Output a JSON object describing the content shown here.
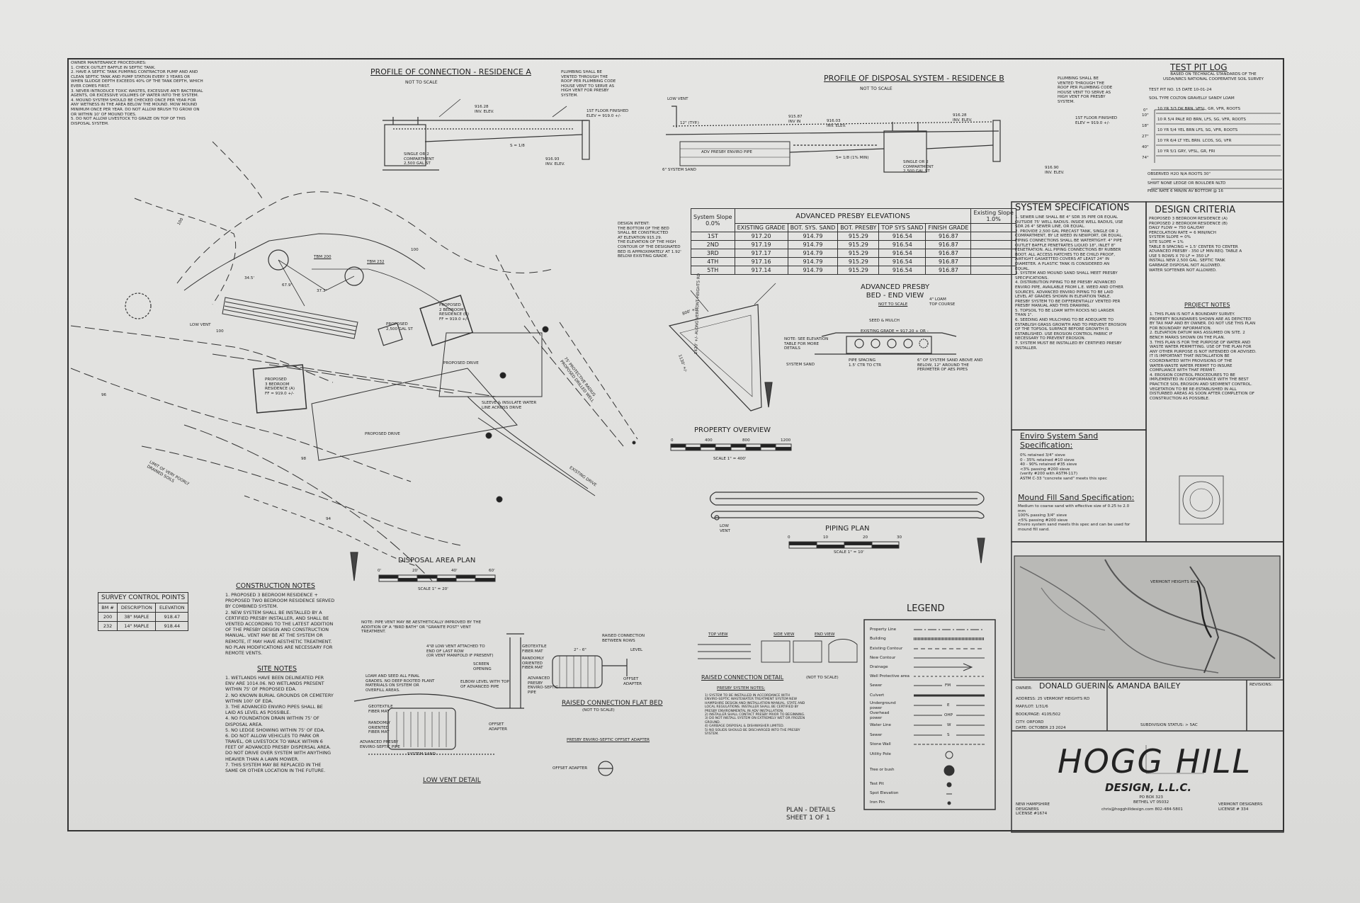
{
  "owner_maintenance": "OWNER MAINTENANCE PROCEDURES:\n1. CHECK OUTLET BAFFLE IN SEPTIC TANK.\n2. HAVE A SEPTIC TANK PUMPING CONTRACTOR PUMP AND AND\nCLEAN SEPTIC TANK AND PUMP STATION EVERY 3 YEARS OR\nWHEN SLUDGE DEPTH EXCEEDS 40% OF THE TANK DEPTH, WHICH\nEVER COMES FIRST.\n3. NEVER INTRODUCE TOXIC WASTES, EXCESSIVE ANTI BACTERIAL\nAGENTS, OR EXCESSIVE VOLUMES OF WATER INTO THE SYSTEM.\n4. MOUND SYSTEM SHOULD BE CHECKED ONCE PER YEAR FOR\nANY WETNESS IN THE AREA BELOW THE MOUND. MOW MOUND\nMINIMUM ONCE PER YEAR. DO NOT ALLOW BRUSH TO GROW ON\nOR WITHIN 10' OF MOUND TOES.\n5. DO NOT ALLOW LIVESTOCK TO GRAZE ON TOP OF THIS\nDISPOSAL SYSTEM.",
  "profile_a": {
    "title": "PROFILE OF CONNECTION - RESIDENCE A",
    "scale": "NOT TO SCALE",
    "vent_note": "PLUMBING SHALL BE\nVENTED THROUGH THE\nROOF PER PLUMBING CODE\nHOUSE VENT TO SERVE AS\nHIGH VENT FOR PRESBY\nSYSTEM.",
    "inv1": "916.28\nINV. ELEV.",
    "floor": "1ST FLOOR FINISHED\nELEV = 919.0 +/-",
    "tank": "SINGLE OR 2\nCOMPARTMENT\n2,500 GAL ST",
    "inv2": "916.93\nINV. ELEV.",
    "slope": "S = 1/8"
  },
  "profile_b": {
    "title": "PROFILE OF DISPOSAL SYSTEM - RESIDENCE B",
    "scale": "NOT TO SCALE",
    "low_vent": "LOW VENT",
    "typ": "12\" (TYP.)",
    "inv_in": "915.87\nINV IN",
    "inv_elev": "916.03\nINV. ELEV.",
    "pipe": "ADV PRESBY ENVIRO PIPE",
    "sand": "6\" SYSTEM SAND",
    "slope": "S= 1/8 (1% MIN)",
    "tank": "SINGLE OR 2\nCOMPARTMENT\n2,500 GAL ST",
    "inv3": "916.28\nINV. ELEV.",
    "inv4": "916.90\nINV. ELEV.",
    "vent_note": "PLUMBING SHALL BE\nVENTED THROUGH THE\nROOF PER PLUMBING CODE\nHOUSE VENT TO SERVE AS\nHIGH VENT FOR PRESBY\nSYSTEM.",
    "floor": "1ST FLOOR FINISHED\nELEV = 919.0 +/-"
  },
  "test_pit": {
    "title": "TEST PIT LOG",
    "basis": "BASED ON TECHNICAL STANDARDS OF THE\nUSDA/NRCS NATIONAL COOPERATIVE SOIL SURVEY",
    "pit_no": "TEST PIT NO.    15        DATE 10-01-24",
    "soil_type": "SOIL TYPE   COLTON GRAVELLY SANDY LOAM",
    "layers": [
      "10 YR 3/3 DK BRN. VFSL, GR, VFR, ROOTS",
      "10 R 5/4 PALE RD BRN, LFS, SG, VFR, ROOTS",
      "10 YR 5/4 YEL BRN LFS, SG, VFR, ROOTS",
      "10 YR 6/4 LT YEL BRN. LCOS, SG, VFR",
      "10 YR 5/1 GRY, VFSL, GR, FRI"
    ],
    "depths": [
      "0\"",
      "10\"",
      "18\"",
      "27\"",
      "40\"",
      "74\""
    ],
    "observed": "OBSERVED H2O       N/A      ROOTS    30\"",
    "shwt": "SHWT  NONE      LEDGE OR BOULDER  NLTD",
    "perc": "PERC RATE  6      MIN/IN  AV BOTTOM @  16"
  },
  "design_intent": "DESIGN INTENT:\nTHE BOTTOM OF THE BED\nSHALL BE CONSTRUCTED\nAT ELEVATION 915.29.\nTHE ELEVATION OF THE HIGH\nCONTOUR OF THE DESIGNATED\nBED IS APPROXIMATELY AT 1.92'\nBELOW EXISTING GRADE.",
  "elevations": {
    "title": "ADVANCED PRESBY ELEVATIONS",
    "system_slope_label": "System Slope",
    "system_slope": "0.0%",
    "existing_slope_label": "Existing Slope",
    "existing_slope": "1.0%",
    "headers": [
      "EXISTING GRADE",
      "BOT. SYS. SAND",
      "BOT. PRESBY",
      "TOP SYS SAND",
      "FINISH GRADE"
    ],
    "rows": [
      {
        "label": "1ST",
        "v": [
          "917.20",
          "914.79",
          "915.29",
          "916.54",
          "916.87"
        ]
      },
      {
        "label": "2ND",
        "v": [
          "917.19",
          "914.79",
          "915.29",
          "916.54",
          "916.87"
        ]
      },
      {
        "label": "3RD",
        "v": [
          "917.17",
          "914.79",
          "915.29",
          "916.54",
          "916.87"
        ]
      },
      {
        "label": "4TH",
        "v": [
          "917.16",
          "914.79",
          "915.29",
          "916.54",
          "916.87"
        ]
      },
      {
        "label": "5TH",
        "v": [
          "917.14",
          "914.79",
          "915.29",
          "916.54",
          "916.87"
        ]
      }
    ]
  },
  "bed_end": {
    "title": "ADVANCED PRESBY\nBED - END VIEW",
    "scale": "NOT TO SCALE",
    "loam": "4\" LOAM\nTOP COURSE",
    "seed": "SEED & MULCH",
    "existing": "EXISTING GRADE = 917.20 + OR -",
    "note": "NOTE: SEE ELEVATION\nTABLE FOR MORE\nDETAILS",
    "system_sand": "SYSTEM SAND",
    "spacing": "PIPE SPACING\n1.5' CTR TO CTR",
    "sand_note": "6\" OF SYSTEM SAND ABOVE AND\nBELOW, 12\" AROUND THE\nPERIMETER OF AES PIPES"
  },
  "property_overview": {
    "title": "PROPERTY OVERVIEW",
    "ticks": [
      "0",
      "400",
      "800",
      "1200"
    ],
    "scale": "SCALE 1\" = 400'",
    "dim1": "800' +/-",
    "dim2": "1420' +/- ALONG VERMONT HEIGHTS RD",
    "dim3": "1130' +/-"
  },
  "system_specs": {
    "title": "SYSTEM SPECIFICATIONS",
    "text": "1. SEWER LINE SHALL BE 4\" SDR 35 PIPE OR EQUAL\nOUTSIDE 75' WELL RADIUS. INSIDE WELL RADIUS, USE\nSDR 26 4\" SEWER LINE, OR EQUAL.\n2. PROVIDE 2,500 GAL PRECAST TANK, SINGLE OR 2\nCOMPARTMENT, BY LE WEED IN NEWPORT, OR EQUAL.\nPIPING CONNECTIONS SHALL BE WATERTIGHT. 4\" PIPE\nOUTLET BAFFLE PENETRATES LIQUID 18\", INLET 8\"\nPENETRATION. ALL PIPING CONNECTIONS BY RUBBER\nBOOT. ALL ACCESS HATCHES TO BE CHILD PROOF,\nAIRTIGHT GASKETTED COVERS AT LEAST 24\" IN\nDIAMETER. A PLASTIC TANK IS CONSIDERED AN\nEQUAL.\n3. SYSTEM AND MOUND SAND SHALL MEET PRESBY\nSPECIFICATIONS.\n4. DISTRIBUTION PIPING TO BE PRESBY ADVANCED\nENVIRO PIPE, AVAILABLE FROM L.E. WEED AND OTHER\nSOURCES. ADVANCED ENVIRO PIPING TO BE LAID\nLEVEL AT GRADES SHOWN IN ELEVATION TABLE.\nPRESBY SYSTEM TO BE DIFFERENTIALLY VENTED PER\nPRESBY MANUAL AND THIS DRAWING.\n5. TOPSOIL TO BE LOAM WITH ROCKS NO LARGER\nTHAN 1\".\n6. SEEDING AND MULCHING TO BE ADEQUATE TO\nESTABLISH GRASS GROWTH AND TO PREVENT EROSION\nOF THE TOPSOIL SURFACE BEFORE GROWTH IS\nESTABLISHED. USE EROSION CONTROL FABRIC IF\nNECESSARY TO PREVENT EROSION.\n7. SYSTEM MUST BE INSTALLED BY CERTIFIED PRESBY\nINSTALLER."
  },
  "design_criteria": {
    "title": "DESIGN CRITERIA",
    "text": "PROPOSED 3 BEDROOM RESIDENCE (A)\nPROPOSED 2 BEDROOM RESIDENCE (B)\nDAILY FLOW = 750 GAL/DAY\nPERCOLATION RATE = 6 MIN/INCH\nSYSTEM SLOPE = 0%\nSITE SLOPE = 1%\nTABLE B SPACING = 1.5' CENTER TO CENTER\nADVANCED PRESBY - 350 LF MIN REQ. TABLE A\nUSE 5 ROWS X 70 LF = 350 LF\nINSTALL NEW 2,500 GAL. SEPTIC TANK\nGARBAGE DISPOSAL NOT ALLOWED.\nWATER SOFTENER NOT ALLOWED."
  },
  "project_notes": {
    "title": "PROJECT NOTES",
    "text": "1. THIS PLAN IS NOT A BOUNDARY SURVEY.\nPROPERTY BOUNDARIES SHOWN ARE AS DEPICTED\nBY TAX MAP AND BY OWNER. DO NOT USE THIS PLAN\nFOR BOUNDARY INFORMATION.\n2. ELEVATION DATUM WAS ASSUMED ON SITE. 2\nBENCH MARKS SHOWN ON THE PLAN.\n3. THIS PLAN IS FOR THE PURPOSE OF WATER AND\nWASTE WATER PERMITTING. USE OF THE PLAN FOR\nANY OTHER PURPOSE IS NOT INTENDED OR ADVISED.\nIT IS IMPORTANT THAT INSTALLATION BE\nCOORDINATED WITH PROVISIONS OF THE\nWATER-WASTE WATER PERMIT TO INSURE\nCOMPLIANCE WITH THAT PERMIT.\n4. EROSION CONTROL PROCEDURES TO BE\nIMPLEMENTED IN CONFORMANCE WITH THE BEST\nPRACTICE SOIL EROSION AND SEDIMENT CONTROL.\nVEGETATION TO BE RE-ESTABLISHED IN ALL\nDISTURBED AREAS AS SOON AFTER COMPLETION OF\nCONSTRUCTION AS POSSIBLE."
  },
  "enviro_sand": {
    "title": "Enviro System Sand\nSpecification:",
    "text": "0% retained 3/4\" sieve\n0 - 35% retained #10 sieve\n40 - 90% retained #35 sieve\n<3% passing #200 sieve\n(verify #200 with ASTM-117)\nASTM C-33 \"concrete sand\" meets this spec"
  },
  "mound_sand": {
    "title": "Mound Fill Sand Specification:",
    "text": "Medium to coarse sand with effective size of 0.25 to 2.0\nmm\n100% passing 3/4\" sieve\n<5% passing #200 sieve\nEnviro system sand meets this spec and can be used for\nmound fill sand."
  },
  "piping_plan": {
    "title": "PIPING PLAN",
    "low_vent": "LOW\nVENT",
    "ticks": [
      "0",
      "10",
      "20",
      "30"
    ],
    "scale": "SCALE 1\" = 10'"
  },
  "site_plan": {
    "labels": {
      "tbm232": "TBM 232",
      "tbm200": "TBM 200",
      "low_vent": "LOW VENT",
      "res_b": "PROPOSED\n2 BEDROOM\nRESIDENCE (B)\nFF = 919.0 +/-",
      "res_a": "PROPOSED\n3 BEDROOM\nRESIDENCE (A)\nFF = 919.0 +/-",
      "tank": "PROPOSED\n2,500 GAL ST",
      "drive1": "PROPOSED DRIVE",
      "drive2": "PROPOSED DRIVE",
      "existing_drive": "EXISTING DRIVE",
      "sleeve": "SLEEVE & INSULATE WATER\nLINE ACROSS DRIVE",
      "radius": "75' PROTECTIVE RADIUS\nPROPOSED DRILLED WELL",
      "soils": "LIMIT OF VERY POORLY\nDRAINED SOILS",
      "c100a": "100",
      "c100b": "100",
      "c100c": "100",
      "c98": "98",
      "c96": "96",
      "c94": "94",
      "d67": "67.9'",
      "d34": "34.5'",
      "d37": "37.3'"
    }
  },
  "disposal_area": {
    "title": "DISPOSAL AREA PLAN",
    "ticks": [
      "0'",
      "20'",
      "40'",
      "60'"
    ],
    "scale": "SCALE 1\" = 20'"
  },
  "survey": {
    "title": "SURVEY CONTROL POINTS",
    "headers": [
      "BM #",
      "DESCRIPTION",
      "ELEVATION"
    ],
    "rows": [
      [
        "200",
        "38\" MAPLE",
        "918.47"
      ],
      [
        "232",
        "14\" MAPLE",
        "918.44"
      ]
    ]
  },
  "construction_notes": {
    "title": "CONSTRUCTION NOTES",
    "text": "1. PROPOSED 3 BEDROOM RESIDENCE +\nPROPOSED TWO BEDROOM RESIDENCE SERVED\nBY COMBINED SYSTEM.\n2. NEW SYSTEM SHALL BE INSTALLED BY A\nCERTIFIED PRESBY INSTALLER, AND SHALL BE\nVENTED ACCORDING TO THE LATEST ADDITION\nOF THE PRESBY DESIGN AND CONSTRUCTION\nMANUAL. VENT MAY BE AT THE SYSTEM OR\nREMOTE, IT MAY HAVE AESTHETIC TREATMENT.\nNO PLAN MODIFICATIONS ARE NECESSARY FOR\nREMOTE VENTS."
  },
  "site_notes": {
    "title": "SITE NOTES",
    "text": "1. WETLANDS HAVE BEEN DELINEATED PER\nENV ARE 1014.06. NO WETLANDS PRESENT\nWITHIN 75' OF PROPOSED EDA.\n2. NO KNOWN BURIAL GROUNDS OR CEMETERY\nWITHIN 100' OF EDA.\n3. THE ADVANCED ENVIRO PIPES SHALL BE\nLAID AS LEVEL AS POSSIBLE.\n4. NO FOUNDATION DRAIN WITHIN 75' OF\nDISPOSAL AREA.\n5. NO LEDGE SHOWING WITHIN 75' OF EDA.\n6. DO NOT ALLOW VEHICLES TO PARK OR\nTRAVEL, OR LIVESTOCK TO WALK WITHIN 6\nFEET OF ADVANCED PRESBY DISPERSAL AREA.\nDO NOT DRIVE OVER SYSTEM WITH ANYTHING\nHEAVIER THAN A LAWN MOWER.\n7. THIS SYSTEM MAY BE REPLACED IN THE\nSAME OR OTHER LOCATION IN THE FUTURE."
  },
  "low_vent_detail": {
    "title": "LOW VENT DETAIL",
    "note": "NOTE: PIPE VENT MAY BE AESTHETICALLY IMPROVED BY THE\nADDITION OF A \"BIRD BATH\" OR \"GRANITE POST\" VENT\nTREATMENT.",
    "vent": "4\"Ø LOW VENT ATTACHED TO\nEND OF LAST ROW\n(OR VENT MANIFOLD IF PRESENT)",
    "screen": "SCREEN\nOPENING",
    "loam": "LOAM AND SEED ALL FINAL\nGRADES. NO DEEP ROOTED PLANT\nMATERIALS ON SYSTEM OR\nOVERFILL AREAS.",
    "fabric": "GEOTEXTILE\nFIBER MAT",
    "elbow": "ELBOW LEVEL WITH TOP\nOF ADVANCED PIPE",
    "offset": "OFFSET\nADAPTER",
    "randomly": "RANDOMLY\nORIENTED\nFIBER MAT",
    "adv": "ADVANCED PRESBY\nENVIRO-SEPTIC PIPE",
    "sand": "SYSTEM SAND"
  },
  "raised_flat": {
    "title": "RAISED CONNECTION FLAT BED",
    "scale": "(NOT TO SCALE)",
    "conn": "RAISED CONNECTION\nBETWEEN ROWS",
    "dims": "2\" - 6\"",
    "level": "LEVEL",
    "fabric": "GEOTEXTILE\nFIBER MAT",
    "random": "RANDOMLY\nORIENTED\nFIBER MAT",
    "adv": "ADVANCED\nPRESBY\nENVIRO-SEPTIC\nPIPE",
    "offset": "OFFSET\nADAPTER",
    "offset_title": "PRESBY ENVIRO-SEPTIC OFFSET ADAPTER",
    "offset_label": "OFFSET ADAPTER"
  },
  "raised_detail": {
    "title": "RAISED CONNECTION DETAIL",
    "scale": "(NOT TO SCALE)",
    "top_view": "TOP VIEW",
    "side_view": "SIDE VIEW",
    "end_view": "END VIEW",
    "notes_title": "PRESBY SYSTEM NOTES:",
    "notes": "1) SYSTEM TO BE INSTALLED IN ACCORDANCE WITH\nENVIRO-SEPTIC WASTEWATER TREATMENT SYSTEM NEW\nHAMPSHIRE DESIGN AND INSTALLATION MANUAL. STATE AND\nLOCAL REGULATIONS. INSTALLER SHALL BE CERTIFIED BY\nPRESBY ENVIRONMENTAL IN ADV INSTALLATION.\n2) INSTALLER SHALL CONTACT PRESBY PRIOR TO BEGINNING.\n3) DO NOT INSTALL SYSTEM ON EXTREMELY WET OR FROZEN\nGROUND.\n4) GARBAGE DISPOSAL & DISHWASHER LIMITED.\n5) NO SOLIDS SHOULD BE DISCHARGED INTO THE PRESBY\nSYSTEM."
  },
  "legend": {
    "title": "LEGEND",
    "items": [
      "Property Line",
      "Building",
      "Existing Contour",
      "New Contour",
      "Drainage",
      "Well Protective area",
      "Sewer",
      "Culvert",
      "Underground\npower",
      "Overhead\npower",
      "Water Line",
      "Sewer",
      "Stone Wall",
      "Utility Pole",
      "Tree or bush",
      "Test Pit",
      "Spot Elevation",
      "Iron Pin"
    ],
    "marks": [
      "FM",
      "E",
      "OHP",
      "W",
      "S"
    ]
  },
  "sheet": {
    "text": "PLAN - DETAILS\nSHEET 1 OF 1"
  },
  "title_block": {
    "owner_label": "OWNER:",
    "owner": "DONALD GUERIN & AMANDA BAILEY",
    "address": "ADDRESS:  25 VERMONT HEIGHTS RD",
    "map_lot": "MAP/LOT:     1/31/6",
    "book_page": "BOOK/PAGE:   4105/502",
    "city": "CITY:           ORFORD",
    "date": "DATE:   OCTOBER 23 2024",
    "subdivision": "SUBDIVISION STATUS: > 5AC",
    "revisions": "REVISIONS:",
    "company": "HOGG HILL",
    "company_sub": "DESIGN, L.L.C.",
    "po": "PO BOX 323\nBETHEL VT 05032",
    "email": "chris@hogghilldesign.com        802-484-5801",
    "nh": "NEW HAMPSHIRE\nDESIGNERS\nLICENSE #1674",
    "vt": "VERMONT DESIGNERS\nLICENSE # 334",
    "map_label": "VERMONT HEIGHTS RD"
  },
  "colors": {
    "paper": "#e3e3e1",
    "ink": "#222222"
  }
}
